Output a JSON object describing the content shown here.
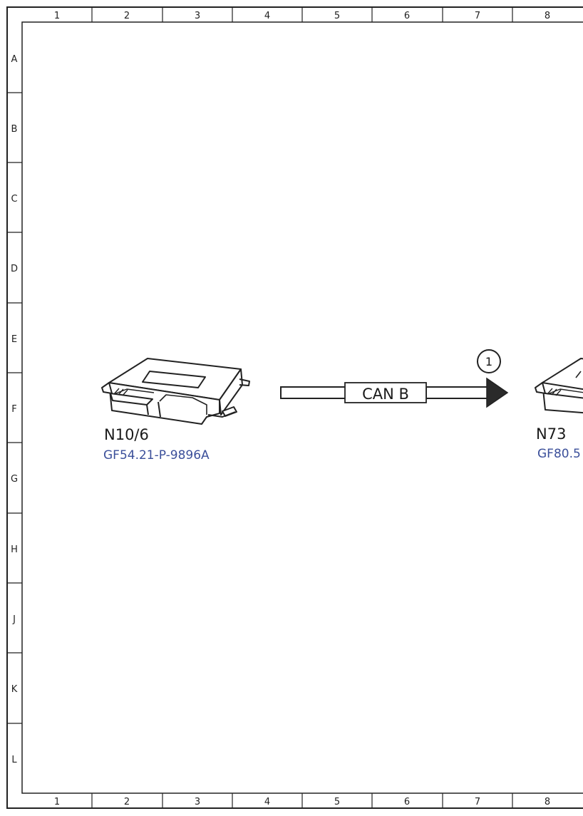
{
  "colors": {
    "frame": "#222222",
    "reference_link": "#3b4f9a",
    "arrow_fill": "#2a2a2a"
  },
  "grid": {
    "columns": [
      "1",
      "2",
      "3",
      "4",
      "5",
      "6",
      "7",
      "8"
    ],
    "rows": [
      "A",
      "B",
      "C",
      "D",
      "E",
      "F",
      "G",
      "H",
      "J",
      "K",
      "L"
    ]
  },
  "components": [
    {
      "id": "N10/6",
      "reference": "GF54.21-P-9896A",
      "icon": "control-unit-icon"
    },
    {
      "id": "N73",
      "reference": "GF80.5",
      "icon": "control-unit-icon"
    }
  ],
  "connection": {
    "label": "CAN B",
    "marker": "1",
    "direction": "right"
  }
}
